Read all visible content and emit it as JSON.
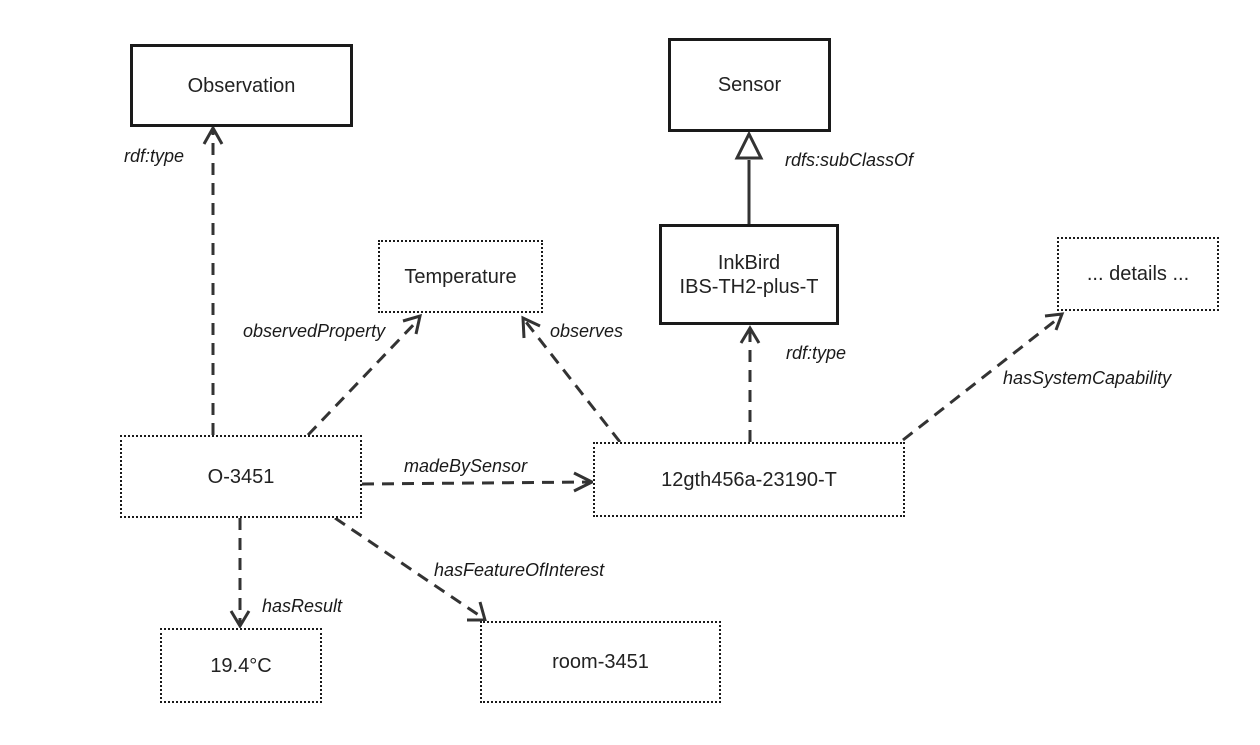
{
  "nodes": {
    "observation": "Observation",
    "sensor": "Sensor",
    "temperature": "Temperature",
    "inkbird": "InkBird\nIBS-TH2-plus-T",
    "details": "... details ...",
    "o3451": "O-3451",
    "sensor_id": "12gth456a-23190-T",
    "result": "19.4°C",
    "room": "room-3451"
  },
  "edges": {
    "rdf_type_obs": "rdf:type",
    "subclass": "rdfs:subClassOf",
    "observed_property": "observedProperty",
    "observes": "observes",
    "rdf_type_sensor": "rdf:type",
    "has_system_capability": "hasSystemCapability",
    "made_by_sensor": "madeBySensor",
    "has_feature_of_interest": "hasFeatureOfInterest",
    "has_result": "hasResult"
  },
  "colors": {
    "line": "#333333",
    "border": "#1a1a1a"
  }
}
